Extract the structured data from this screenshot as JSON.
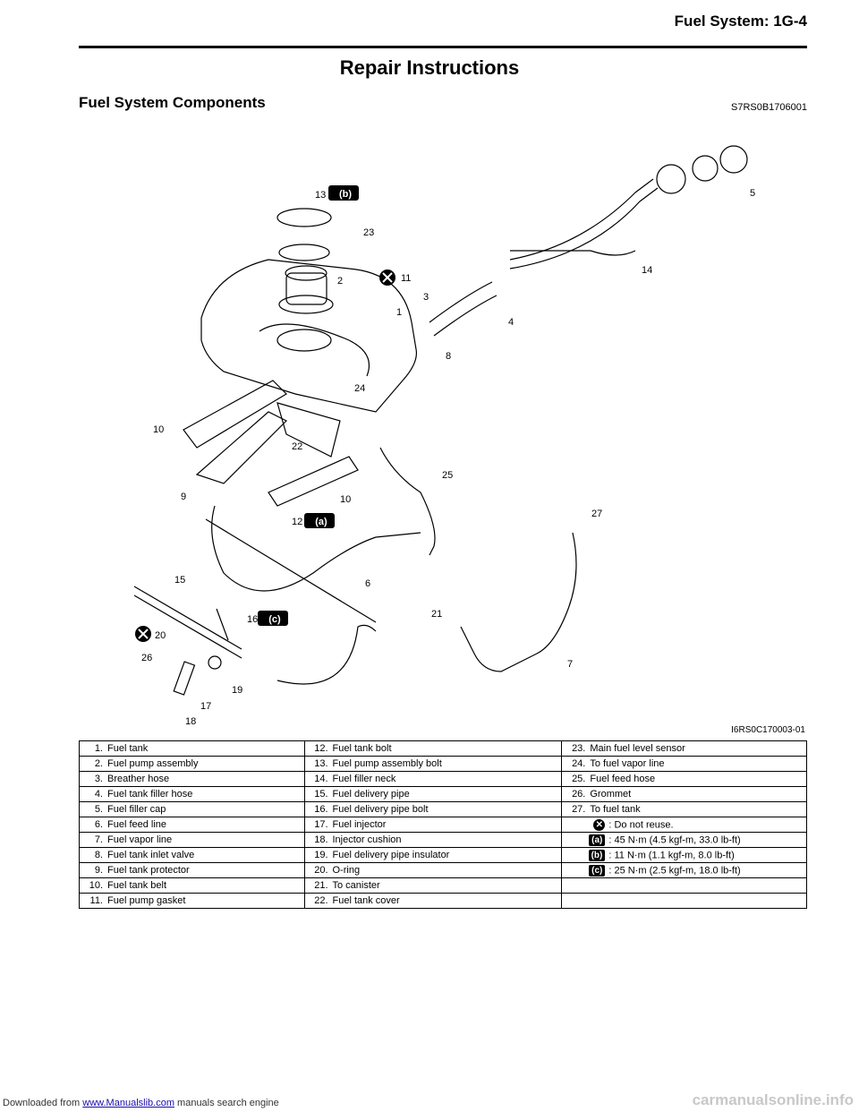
{
  "header": {
    "title": "Fuel System:    1G-4"
  },
  "page_title": "Repair Instructions",
  "section": {
    "title": "Fuel System Components",
    "code": "S7RS0B1706001"
  },
  "figure": {
    "code": "I6RS0C170003-01",
    "callouts": [
      "1",
      "2",
      "3",
      "4",
      "5",
      "6",
      "7",
      "8",
      "9",
      "10",
      "10",
      "11",
      "12",
      "13",
      "14",
      "15",
      "16",
      "17",
      "18",
      "19",
      "20",
      "21",
      "22",
      "23",
      "24",
      "25",
      "26",
      "27"
    ],
    "torque_marks": [
      "(a)",
      "(b)",
      "(c)"
    ]
  },
  "parts": [
    [
      {
        "n": "1.",
        "t": "Fuel tank"
      },
      {
        "n": "12.",
        "t": "Fuel tank bolt"
      },
      {
        "n": "23.",
        "t": "Main fuel level sensor"
      }
    ],
    [
      {
        "n": "2.",
        "t": "Fuel pump assembly"
      },
      {
        "n": "13.",
        "t": "Fuel pump assembly bolt"
      },
      {
        "n": "24.",
        "t": "To fuel vapor line"
      }
    ],
    [
      {
        "n": "3.",
        "t": "Breather hose"
      },
      {
        "n": "14.",
        "t": "Fuel filler neck"
      },
      {
        "n": "25.",
        "t": "Fuel feed hose"
      }
    ],
    [
      {
        "n": "4.",
        "t": "Fuel tank filler hose"
      },
      {
        "n": "15.",
        "t": "Fuel delivery pipe"
      },
      {
        "n": "26.",
        "t": "Grommet"
      }
    ],
    [
      {
        "n": "5.",
        "t": "Fuel filler cap"
      },
      {
        "n": "16.",
        "t": "Fuel delivery pipe bolt"
      },
      {
        "n": "27.",
        "t": "To fuel tank"
      }
    ],
    [
      {
        "n": "6.",
        "t": "Fuel feed line"
      },
      {
        "n": "17.",
        "t": "Fuel injector"
      },
      {
        "sym": "x",
        "t": "Do not reuse."
      }
    ],
    [
      {
        "n": "7.",
        "t": "Fuel vapor line"
      },
      {
        "n": "18.",
        "t": "Injector cushion"
      },
      {
        "sym": "(a)",
        "t": "45 N·m (4.5 kgf-m, 33.0 lb-ft)"
      }
    ],
    [
      {
        "n": "8.",
        "t": "Fuel tank inlet valve"
      },
      {
        "n": "19.",
        "t": "Fuel delivery pipe insulator"
      },
      {
        "sym": "(b)",
        "t": "11 N·m (1.1 kgf-m, 8.0 lb-ft)"
      }
    ],
    [
      {
        "n": "9.",
        "t": "Fuel tank protector"
      },
      {
        "n": "20.",
        "t": "O-ring"
      },
      {
        "sym": "(c)",
        "t": "25 N·m (2.5 kgf-m, 18.0 lb-ft)"
      }
    ],
    [
      {
        "n": "10.",
        "t": "Fuel tank belt"
      },
      {
        "n": "21.",
        "t": "To canister"
      },
      {
        "n": "",
        "t": ""
      }
    ],
    [
      {
        "n": "11.",
        "t": "Fuel pump gasket"
      },
      {
        "n": "22.",
        "t": "Fuel tank cover"
      },
      {
        "n": "",
        "t": ""
      }
    ]
  ],
  "footer": {
    "prefix": "Downloaded from ",
    "link": "www.Manualslib.com",
    "suffix": " manuals search engine",
    "watermark": "carmanualsonline.info"
  }
}
